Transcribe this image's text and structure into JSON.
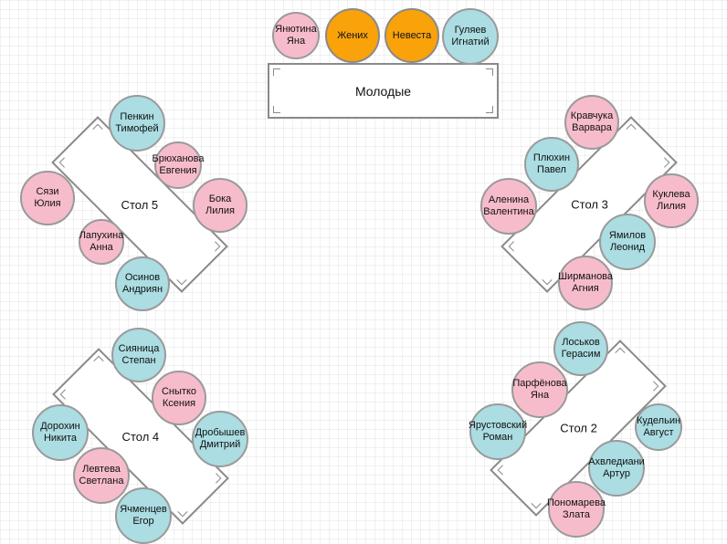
{
  "colors": {
    "female": "#f7bccb",
    "male": "#abdde2",
    "couple": "#f9a20a",
    "outline": "#8a8a8a"
  },
  "head_table": {
    "label": "Молодые",
    "guests": [
      {
        "first": "Янютина",
        "last": "Яна",
        "color": "pink"
      },
      {
        "first": "Жених",
        "last": "",
        "color": "orange"
      },
      {
        "first": "Невеста",
        "last": "",
        "color": "orange"
      },
      {
        "first": "Гуляев",
        "last": "Игнатий",
        "color": "blue"
      }
    ]
  },
  "table5": {
    "label": "Стол 5",
    "guests": [
      {
        "first": "Пенкин",
        "last": "Тимофей",
        "color": "blue"
      },
      {
        "first": "Брюханова",
        "last": "Евгения",
        "color": "pink"
      },
      {
        "first": "Бока",
        "last": "Лилия",
        "color": "pink"
      },
      {
        "first": "Сязи",
        "last": "Юлия",
        "color": "pink"
      },
      {
        "first": "Лапухина",
        "last": "Анна",
        "color": "pink"
      },
      {
        "first": "Осинов",
        "last": "Андриян",
        "color": "blue"
      }
    ]
  },
  "table3": {
    "label": "Стол 3",
    "guests": [
      {
        "first": "Кравчука",
        "last": "Варвара",
        "color": "pink"
      },
      {
        "first": "Плюхин",
        "last": "Павел",
        "color": "blue"
      },
      {
        "first": "Аленина",
        "last": "Валентина",
        "color": "pink"
      },
      {
        "first": "Куклева",
        "last": "Лилия",
        "color": "pink"
      },
      {
        "first": "Ямилов",
        "last": "Леонид",
        "color": "blue"
      },
      {
        "first": "Ширманова",
        "last": "Агния",
        "color": "pink"
      }
    ]
  },
  "table4": {
    "label": "Стол 4",
    "guests": [
      {
        "first": "Сияница",
        "last": "Степан",
        "color": "blue"
      },
      {
        "first": "Снытко",
        "last": "Ксения",
        "color": "pink"
      },
      {
        "first": "Дорохин",
        "last": "Никита",
        "color": "blue"
      },
      {
        "first": "Дробышев",
        "last": "Дмитрий",
        "color": "blue"
      },
      {
        "first": "Левтева",
        "last": "Светлана",
        "color": "pink"
      },
      {
        "first": "Ячменцев",
        "last": "Егор",
        "color": "blue"
      }
    ]
  },
  "table2": {
    "label": "Стол 2",
    "guests": [
      {
        "first": "Лоськов",
        "last": "Герасим",
        "color": "blue"
      },
      {
        "first": "Парфёнова",
        "last": "Яна",
        "color": "pink"
      },
      {
        "first": "Ярустовский",
        "last": "Роман",
        "color": "blue"
      },
      {
        "first": "Кудельин",
        "last": "Август",
        "color": "blue"
      },
      {
        "first": "Ахвледиани",
        "last": "Артур",
        "color": "blue"
      },
      {
        "first": "Пономарева",
        "last": "Злата",
        "color": "pink"
      }
    ]
  }
}
